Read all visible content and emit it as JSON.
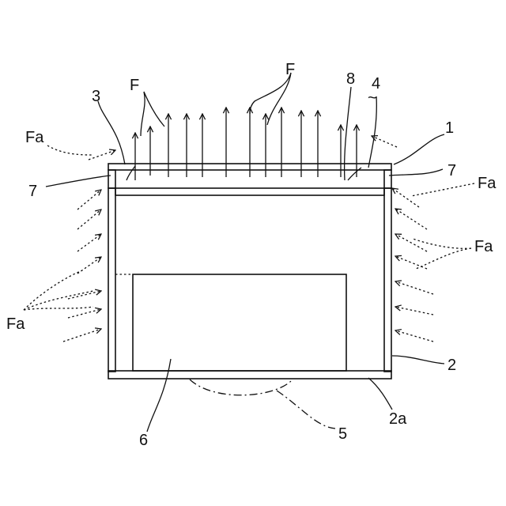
{
  "labels": {
    "F_top": "F",
    "F_left": "F",
    "L8": "8",
    "L4": "4",
    "tilde": "~",
    "L3": "3",
    "L1": "1",
    "Fa_topleft": "Fa",
    "Fa_right_top": "Fa",
    "Fa_right_mid": "Fa",
    "Fa_left_bottom": "Fa",
    "L7_left": "7",
    "L7_right": "7",
    "L2": "2",
    "L2a": "2a",
    "L5": "5",
    "L6": "6"
  }
}
